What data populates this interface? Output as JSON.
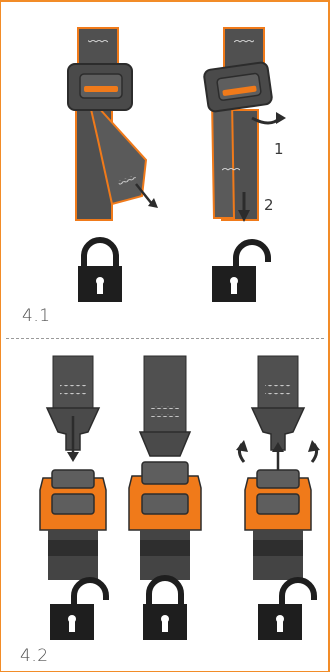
{
  "sections": [
    {
      "label": "4.1"
    },
    {
      "label": "4.2"
    }
  ],
  "callouts": {
    "one": "1",
    "two": "2"
  },
  "icons": {
    "s41": [
      "padlock-closed",
      "padlock-open"
    ],
    "s42": [
      "padlock-open",
      "padlock-closed",
      "padlock-open"
    ]
  },
  "colors": {
    "frame": "#f28c28",
    "accent": "#f07a1a",
    "strap": "#505050",
    "icon": "#1e1e1e"
  }
}
